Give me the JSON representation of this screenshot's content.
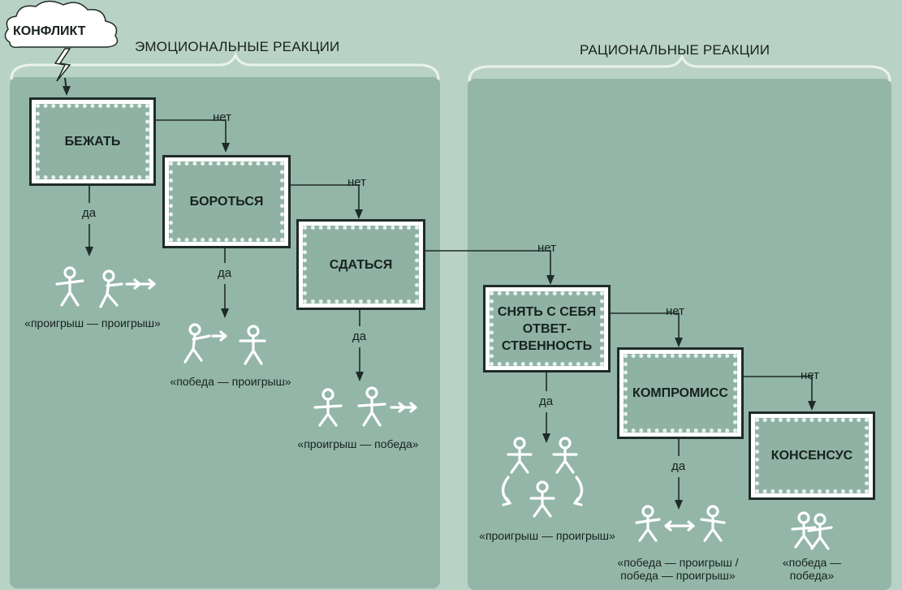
{
  "diagram": {
    "start": {
      "label": "КОНФЛИКТ",
      "icon": "cloud-lightning-icon"
    },
    "groups": {
      "emotional": "ЭМОЦИОНАЛЬНЫЕ РЕАКЦИИ",
      "rational": "РАЦИОНАЛЬНЫЕ РЕАКЦИИ"
    },
    "steps": [
      {
        "label": "БЕЖАТЬ",
        "yes": "да",
        "no": "нет",
        "outcome": "«проигрыш — проигрыш»"
      },
      {
        "label": "БОРОТЬСЯ",
        "yes": "да",
        "no": "нет",
        "outcome": "«победа — проигрыш»"
      },
      {
        "label": "СДАТЬСЯ",
        "yes": "да",
        "no": "нет",
        "outcome": "«проигрыш — победа»"
      },
      {
        "label": "СНЯТЬ С СЕБЯ\nОТВЕТ-\nСТВЕННОСТЬ",
        "yes": "да",
        "no": "нет",
        "outcome": "«проигрыш — проигрыш»"
      },
      {
        "label": "КОМПРОМИСС",
        "yes": "да",
        "no": "нет",
        "outcome": "«победа — проигрыш /\nпобеда — проигрыш»"
      },
      {
        "label": "КОНСЕНСУС",
        "outcome": "«победа —\nпобеда»"
      }
    ]
  },
  "colors": {
    "background": "#b9d2c6",
    "panel": "#93b6a8",
    "box_fill": "#8fb2a4",
    "line": "#1f2b27",
    "figure": "#ffffff"
  }
}
